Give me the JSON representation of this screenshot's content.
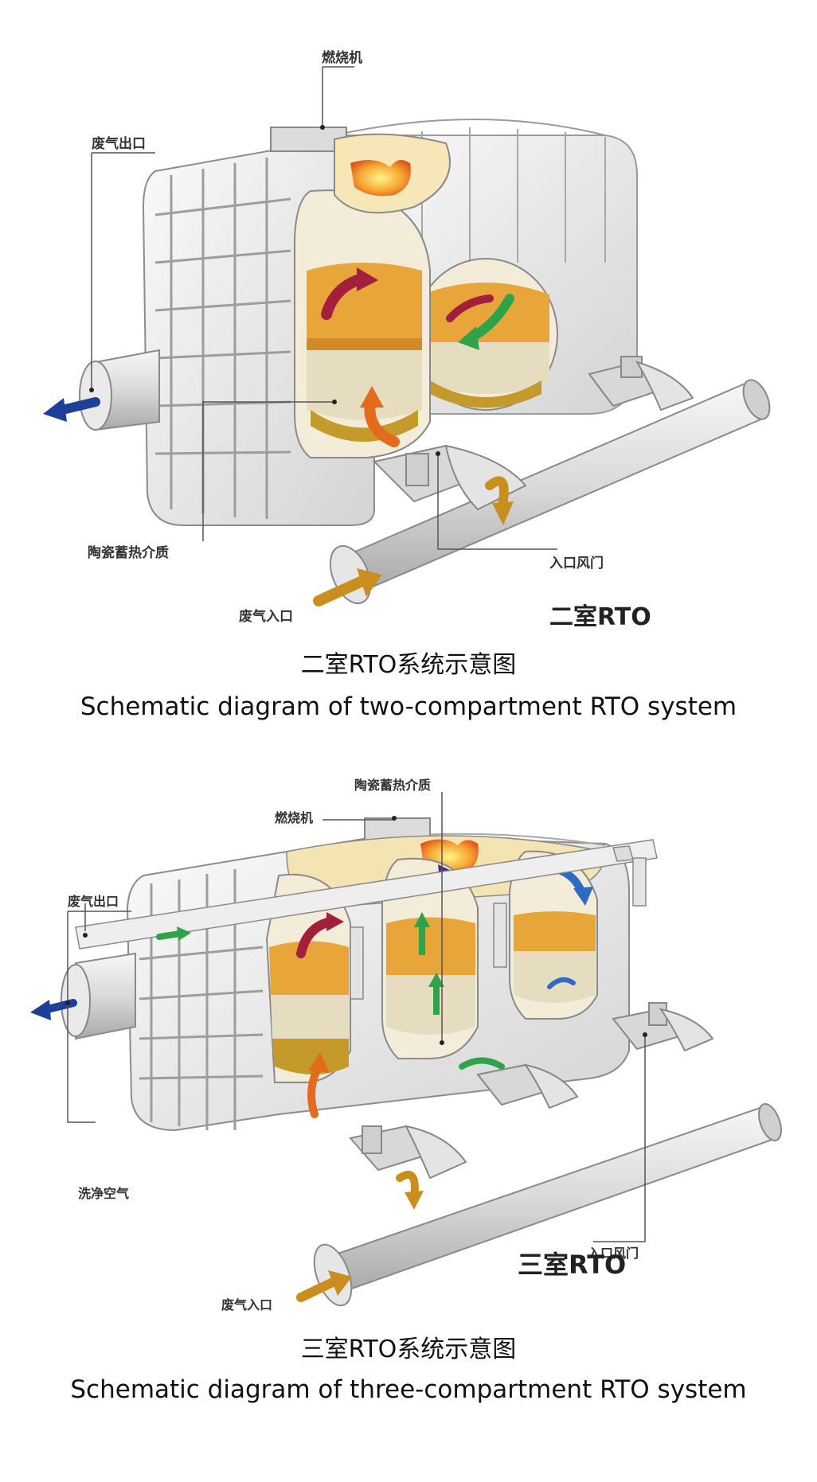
{
  "diagram1": {
    "labels": {
      "burner": "燃烧机",
      "exhaust_outlet": "废气出口",
      "ceramic_media": "陶瓷蓄热介质",
      "inlet_damper": "入口风门",
      "exhaust_inlet": "废气入口"
    },
    "badge": "二室RTO",
    "caption_cn": "二室RTO系统示意图",
    "caption_en": "Schematic diagram of two-compartment RTO system"
  },
  "diagram2": {
    "labels": {
      "ceramic_media": "陶瓷蓄热介质",
      "burner": "燃烧机",
      "exhaust_outlet": "废气出口",
      "purge_air": "洗净空气",
      "inlet_damper": "入口风门",
      "exhaust_inlet": "废气入口"
    },
    "badge": "三室RTO",
    "caption_cn": "三室RTO系统示意图",
    "caption_en": "Schematic diagram of three-compartment RTO system"
  },
  "colors": {
    "shell": "#ececec",
    "shell_stroke": "#9a9a9a",
    "media_orange": "#e8a53a",
    "media_beige": "#e6dcc0",
    "media_bottom": "#c49a2a",
    "arrow_red": "#a3203c",
    "arrow_orange": "#e36b1c",
    "arrow_blue": "#1d3f9a",
    "arrow_green": "#2fa34a",
    "arrow_gold": "#c98e1d",
    "arrow_indigo": "#4a2a8a"
  }
}
